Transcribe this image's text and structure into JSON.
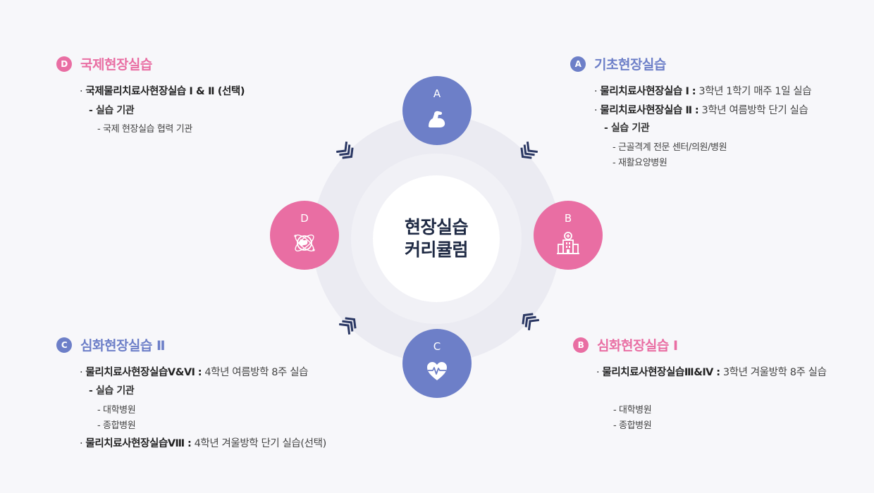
{
  "center": {
    "line1": "현장실습",
    "line2": "커리큘럼"
  },
  "nodes": {
    "a": {
      "letter": "A"
    },
    "b": {
      "letter": "B"
    },
    "c": {
      "letter": "C"
    },
    "d": {
      "letter": "D"
    }
  },
  "colors": {
    "blue": "#6d7fc8",
    "pink": "#e96ea3",
    "center_text": "#1f2a44"
  },
  "sections": {
    "a": {
      "badge": "A",
      "title": "기초현장실습",
      "items": [
        {
          "name": "물리치료사현장실습 Ⅰ",
          "sep": ":",
          "desc": "3학년 1학기 매주 1일 실습"
        },
        {
          "name": "물리치료사현장실습 Ⅱ",
          "sep": ":",
          "desc": "3학년 여름방학 단기 실습"
        }
      ],
      "sub": "- 실습 기관",
      "details": [
        "- 근골격계 전문 센터/의원/병원",
        "- 재활요양병원"
      ]
    },
    "b": {
      "badge": "B",
      "title": "심화현장실습 Ⅰ",
      "items": [
        {
          "name": "물리치료사현장실습Ⅲ&Ⅳ",
          "sep": ":",
          "desc": "3학년 겨울방학 8주 실습"
        }
      ],
      "details": [
        "- 대학병원",
        "- 종합병원"
      ]
    },
    "c": {
      "badge": "C",
      "title": "심화현장실습 Ⅱ",
      "items": [
        {
          "name": "물리치료사현장실습Ⅴ&Ⅵ",
          "sep": ":",
          "desc": "4학년 여름방학 8주 실습"
        },
        {
          "name": "물리치료사현장실습Ⅷ",
          "sep": ":",
          "desc": "4학년 겨울방학 단기 실습(선택)"
        }
      ],
      "sub": "- 실습 기관",
      "details": [
        "- 대학병원",
        "- 종합병원"
      ]
    },
    "d": {
      "badge": "D",
      "title": "국제현장실습",
      "items": [
        {
          "name": "국제물리치료사현장실습 Ⅰ & Ⅱ (선택)"
        }
      ],
      "sub": "- 실습 기관",
      "details": [
        "- 국제 현장실습 협력 기관"
      ]
    }
  }
}
